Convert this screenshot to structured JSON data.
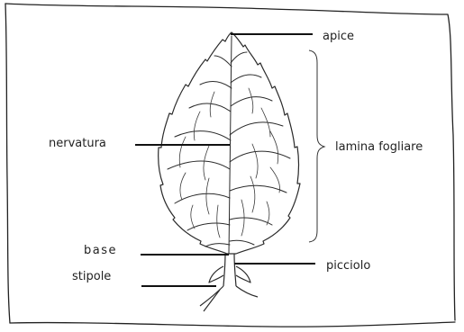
{
  "labels": {
    "apice": "apice",
    "lamina": "lamina fogliare",
    "nervatura": "nervatura",
    "base": "base",
    "stipole": "stipole",
    "picciolo": "picciolo"
  }
}
